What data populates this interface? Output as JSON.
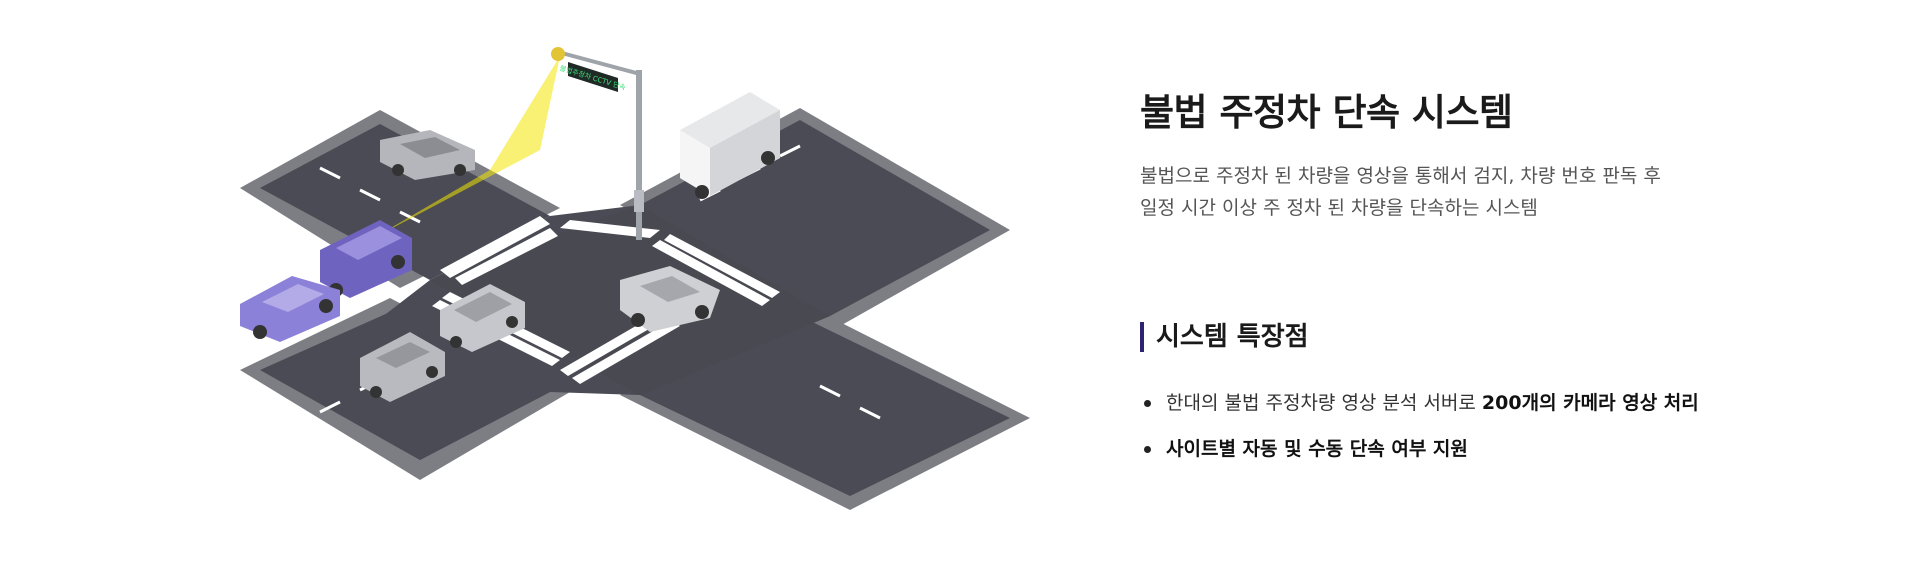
{
  "title": "불법 주정차 단속 시스템",
  "description": {
    "line1": "불법으로 주정차 된 차량을 영상을 통해서 검지, 차량 번호 판독 후",
    "line2": "일정 시간 이상 주 정차 된 차량을 단속하는 시스템"
  },
  "features": {
    "heading": "시스템 특장점",
    "item1_text": "한대의 불법 주정차량 영상 분석 서버로 ",
    "item1_strong": "200개의 카메라 영상 처리",
    "item2_text": "사이트별 자동 및 수동 단속 여부 지원"
  },
  "illustration": {
    "sign_text": "불법주정차 CCTV 단속"
  },
  "colors": {
    "accent_bar": "#2c2470",
    "road": "#4a4b54",
    "highlighted_car": "#7a6fc8",
    "camera_beam": "#f2e600"
  }
}
